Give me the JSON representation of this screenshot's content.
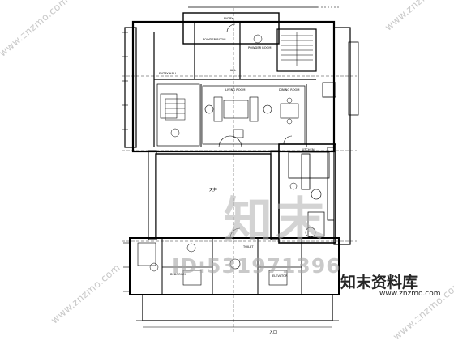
{
  "watermarks": {
    "diagonal_text": "www.znzmo.com",
    "logo_text": "知末",
    "id_text": "ID:531971396",
    "site_name_cn": "知末资料库",
    "site_url": "www.znzmo.com"
  },
  "plan": {
    "stroke_color": "#000000",
    "background": "#ffffff",
    "room_labels": {
      "powder_room": "POWDER ROOM",
      "powder_room_2": "POWDER ROOM",
      "living_room": "LIVING ROOM",
      "dining_room": "DINING ROOM",
      "kitchen": "KITCHEN",
      "hall": "HALL",
      "entry": "ENTRY",
      "entry_hall": "ENTRY HALL",
      "courtyard": "天井",
      "porch": "入口",
      "bedroom": "BEDROOM",
      "toilet": "TOILET",
      "elevator": "ELEVATOR"
    }
  }
}
